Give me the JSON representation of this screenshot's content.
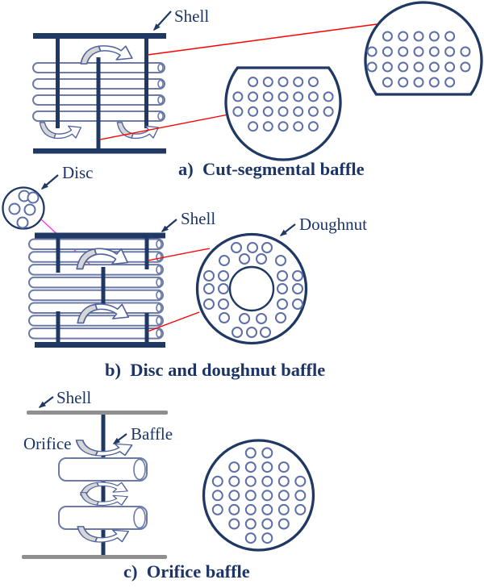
{
  "colors": {
    "navy": "#1f3864",
    "tube": "#6b7aa8",
    "hole": "#5d6fa6",
    "red": "#ff0000",
    "magenta": "#ee3cee",
    "gray": "#8f8f8f",
    "arrowfill": "#d6d6d6",
    "arrowstroke": "#51639b",
    "text": "#1c3566"
  },
  "sections": {
    "a": {
      "caption": "a)  Cut-segmental baffle",
      "shell_label": "Shell",
      "tube_count": 4,
      "upper_plate_hole_rows": [
        5,
        7,
        7,
        5
      ],
      "lower_plate_hole_rows": [
        5,
        7,
        7,
        5
      ]
    },
    "b": {
      "caption": "b)  Disc and doughnut baffle",
      "disc_label": "Disc",
      "shell_label": "Shell",
      "doughnut_label": "Doughnut",
      "tube_count": 8,
      "disc_hole_count": 5,
      "doughnut_hole_count": 26
    },
    "c": {
      "caption": "c)  Orifice baffle",
      "shell_label": "Shell",
      "baffle_label": "Baffle",
      "orifice_label": "Orifice",
      "tube_count": 2,
      "plate_hole_rows": [
        2,
        4,
        6,
        6,
        6,
        4,
        2
      ]
    }
  }
}
